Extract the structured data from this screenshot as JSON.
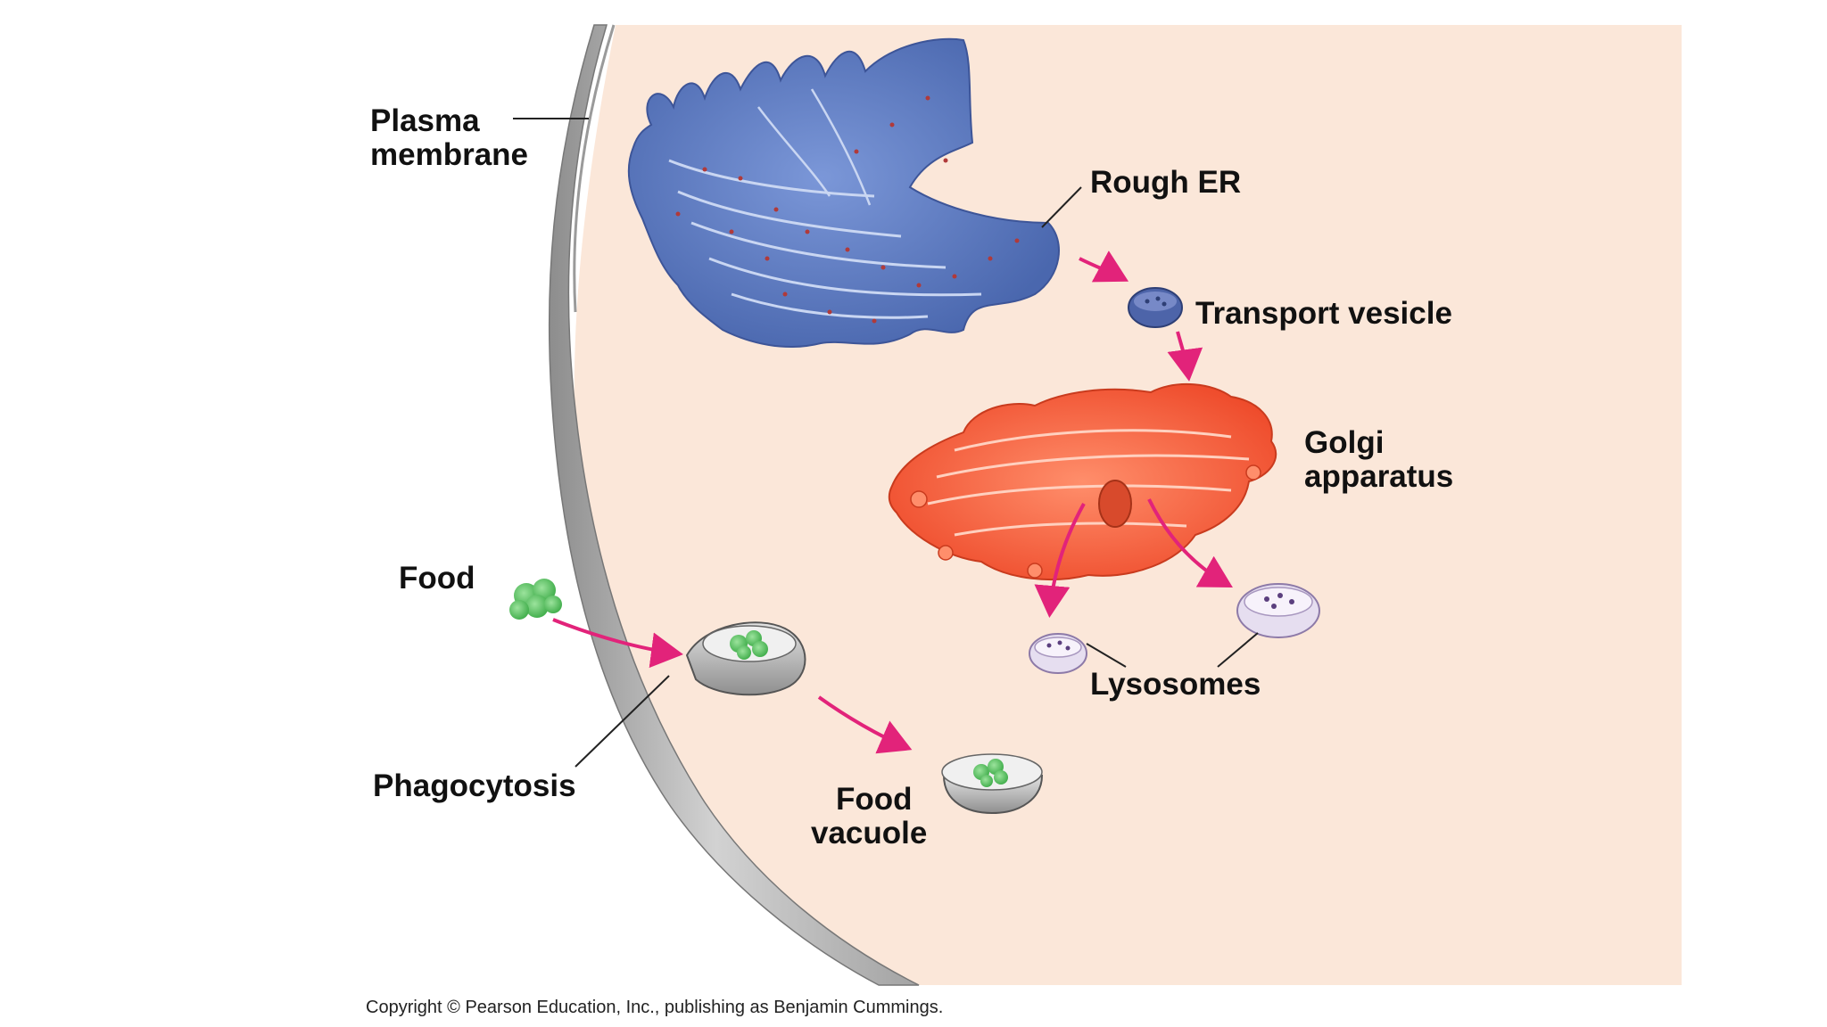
{
  "labels": {
    "plasma_membrane_line1": "Plasma",
    "plasma_membrane_line2": "membrane",
    "rough_er": "Rough ER",
    "transport_vesicle": "Transport vesicle",
    "golgi_line1": "Golgi",
    "golgi_line2": "apparatus",
    "food": "Food",
    "lysosomes": "Lysosomes",
    "phagocytosis": "Phagocytosis",
    "food_vacuole_line1": "Food",
    "food_vacuole_line2": "vacuole"
  },
  "copyright": "Copyright © Pearson Education, Inc., publishing as Benjamin Cummings.",
  "colors": {
    "cytoplasm": "#fbe7d9",
    "membrane": "#b9b9b9",
    "rough_er": "#5b7cc4",
    "golgi": "#f5643f",
    "lysosome": "#e6def0",
    "food": "#6ccf72",
    "arrow": "#e2237a"
  }
}
